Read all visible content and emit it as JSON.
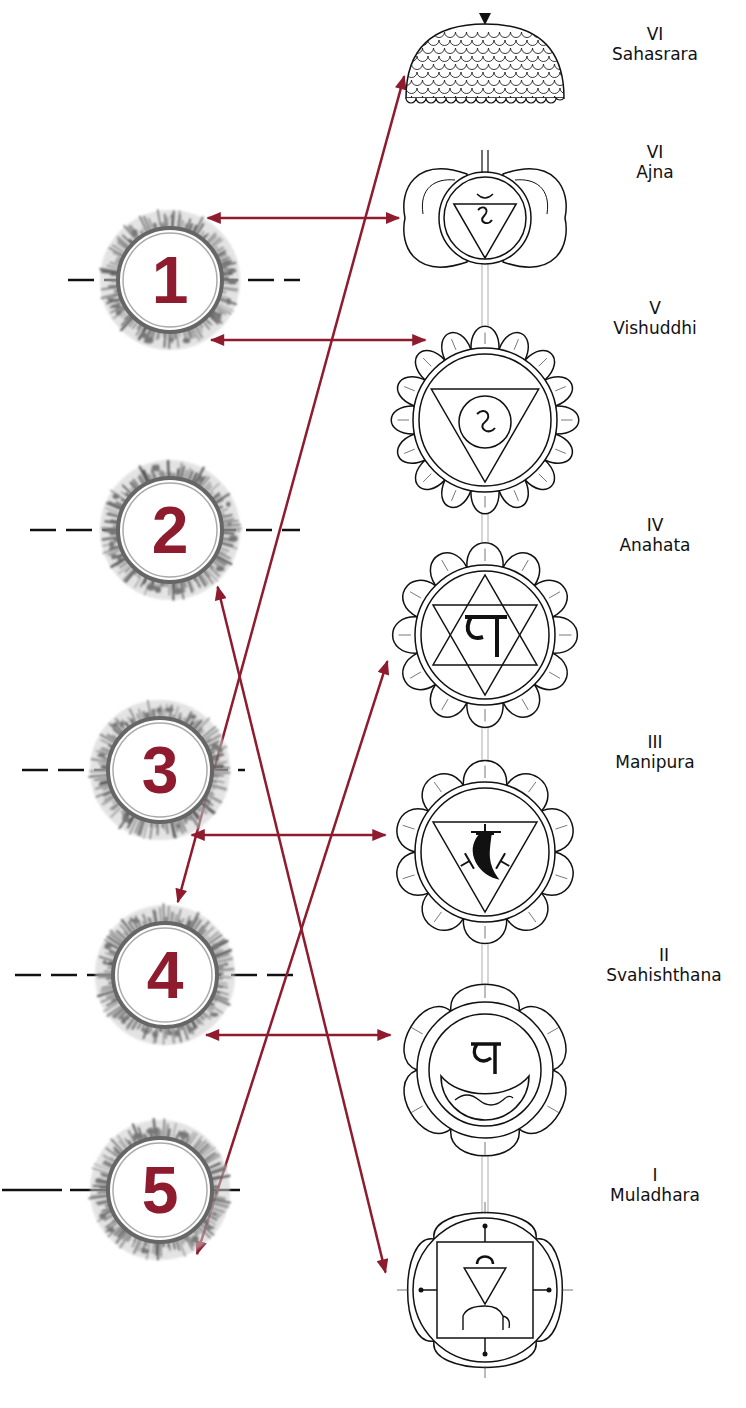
{
  "diagram": {
    "nodes": [
      {
        "text": [
          "1"
        ]
      },
      {
        "text": [
          "2"
        ]
      },
      {
        "text": [
          "3"
        ]
      },
      {
        "text": [
          "4"
        ]
      },
      {
        "text": [
          "5"
        ]
      },
      {
        "text": [
          "VI",
          "Sahasrara"
        ]
      },
      {
        "text": [
          "VI",
          "Ajna"
        ]
      },
      {
        "text": [
          "V",
          "Vishuddhi"
        ]
      },
      {
        "text": [
          "IV",
          "Anahata"
        ]
      },
      {
        "text": [
          "III",
          "Manipura"
        ]
      },
      {
        "text": [
          "II",
          "Svahishthana"
        ]
      },
      {
        "text": [
          "I",
          "Muladhara"
        ]
      }
    ],
    "edges": [
      {
        "from": 0,
        "to": 6,
        "arrow": "both"
      },
      {
        "from": 0,
        "to": 7,
        "arrow": "both"
      },
      {
        "from": 3,
        "to": 5,
        "arrow": "both"
      },
      {
        "from": 1,
        "to": 11,
        "arrow": "both"
      },
      {
        "from": 2,
        "to": 9,
        "arrow": "both"
      },
      {
        "from": 3,
        "to": 10,
        "arrow": "both"
      },
      {
        "from": 4,
        "to": 8,
        "arrow": "both"
      }
    ]
  }
}
